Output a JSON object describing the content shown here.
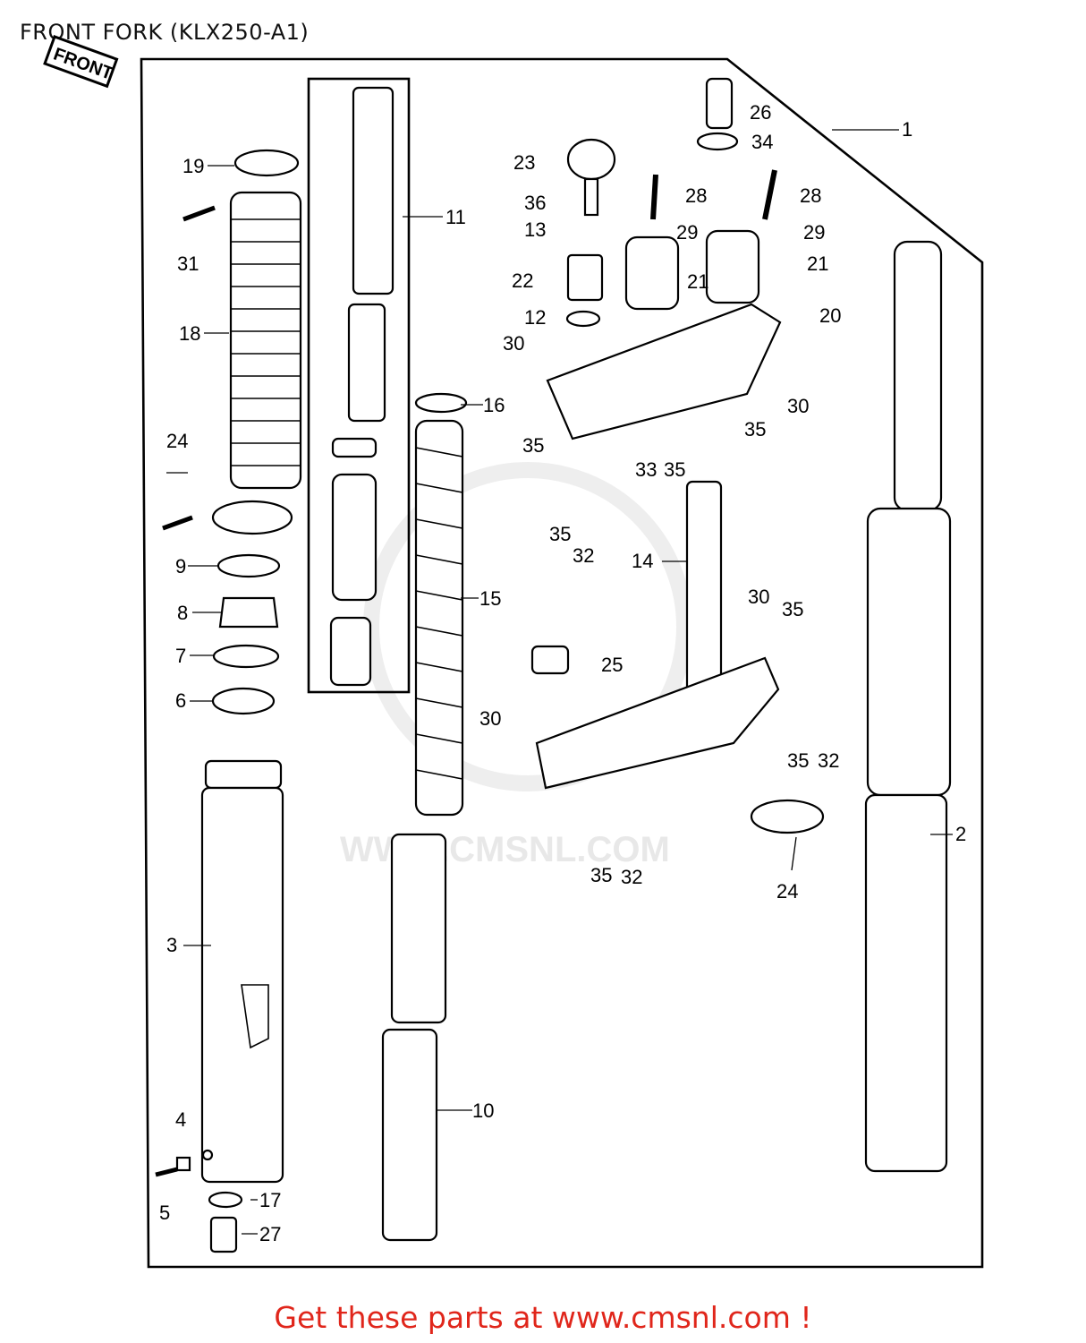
{
  "title": "FRONT FORK (KLX250-A1)",
  "front_badge": "FRONT",
  "watermark": "WWW.CMSNL.COM",
  "footer": "Get these parts at www.cmsnl.com !",
  "callouts": [
    {
      "id": "1",
      "text": "1"
    },
    {
      "id": "2",
      "text": "2"
    },
    {
      "id": "3",
      "text": "3"
    },
    {
      "id": "4",
      "text": "4"
    },
    {
      "id": "5",
      "text": "5"
    },
    {
      "id": "6",
      "text": "6"
    },
    {
      "id": "7",
      "text": "7"
    },
    {
      "id": "8",
      "text": "8"
    },
    {
      "id": "9",
      "text": "9"
    },
    {
      "id": "10",
      "text": "10"
    },
    {
      "id": "11",
      "text": "11"
    },
    {
      "id": "12",
      "text": "12"
    },
    {
      "id": "13",
      "text": "13"
    },
    {
      "id": "14",
      "text": "14"
    },
    {
      "id": "15",
      "text": "15"
    },
    {
      "id": "16",
      "text": "16"
    },
    {
      "id": "17",
      "text": "17"
    },
    {
      "id": "18",
      "text": "18"
    },
    {
      "id": "19",
      "text": "19"
    },
    {
      "id": "20",
      "text": "20"
    },
    {
      "id": "21a",
      "text": "21"
    },
    {
      "id": "21b",
      "text": "21"
    },
    {
      "id": "22",
      "text": "22"
    },
    {
      "id": "23",
      "text": "23"
    },
    {
      "id": "24a",
      "text": "24"
    },
    {
      "id": "24b",
      "text": "24"
    },
    {
      "id": "25",
      "text": "25"
    },
    {
      "id": "26",
      "text": "26"
    },
    {
      "id": "27",
      "text": "27"
    },
    {
      "id": "28a",
      "text": "28"
    },
    {
      "id": "28b",
      "text": "28"
    },
    {
      "id": "29a",
      "text": "29"
    },
    {
      "id": "29b",
      "text": "29"
    },
    {
      "id": "30a",
      "text": "30"
    },
    {
      "id": "30b",
      "text": "30"
    },
    {
      "id": "30c",
      "text": "30"
    },
    {
      "id": "30d",
      "text": "30"
    },
    {
      "id": "31",
      "text": "31"
    },
    {
      "id": "32a",
      "text": "32"
    },
    {
      "id": "32b",
      "text": "32"
    },
    {
      "id": "32c",
      "text": "32"
    },
    {
      "id": "33",
      "text": "33"
    },
    {
      "id": "34",
      "text": "34"
    },
    {
      "id": "35a",
      "text": "35"
    },
    {
      "id": "35b",
      "text": "35"
    },
    {
      "id": "35c",
      "text": "35"
    },
    {
      "id": "35d",
      "text": "35"
    },
    {
      "id": "35e",
      "text": "35"
    },
    {
      "id": "35f",
      "text": "35"
    },
    {
      "id": "35g",
      "text": "35"
    },
    {
      "id": "36",
      "text": "36"
    }
  ]
}
